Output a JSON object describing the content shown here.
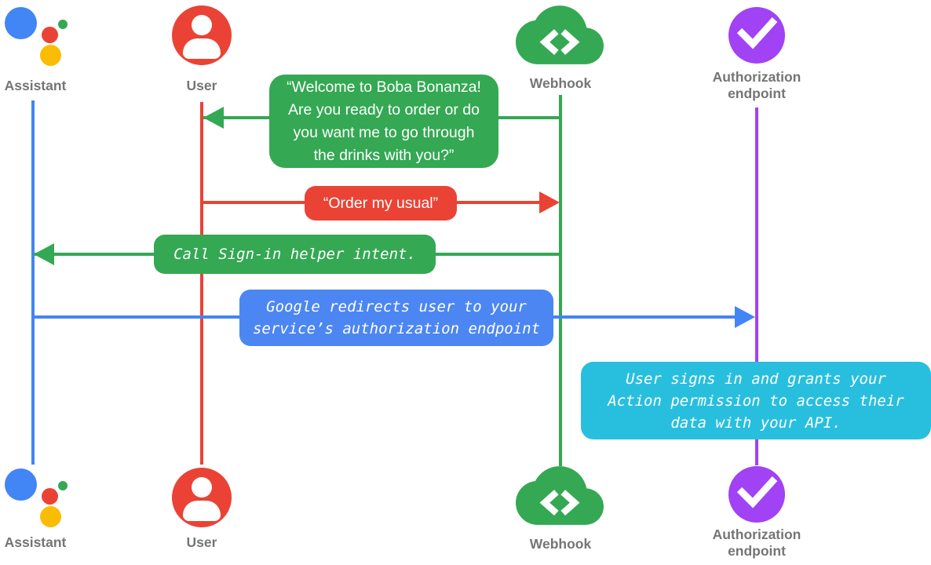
{
  "colors": {
    "assistant_blue": "#4285F4",
    "user_red": "#EA4335",
    "webhook_green": "#34A853",
    "auth_purple": "#A142F4",
    "note_cyan": "#28BFDE",
    "label_gray": "#757575",
    "logo_yellow": "#FBBC05",
    "bubble_text": "#FFFFFF"
  },
  "actors": {
    "assistant": {
      "label": "Assistant",
      "icon": "google-assistant-logo"
    },
    "user": {
      "label": "User",
      "icon": "person-in-circle"
    },
    "webhook": {
      "label": "Webhook",
      "icon": "cloud-with-code-brackets"
    },
    "auth": {
      "label": "Authorization\nendpoint",
      "icon": "check-in-circle"
    }
  },
  "messages": {
    "welcome": {
      "from": "Webhook",
      "to": "User",
      "style": "speech",
      "text": "“Welcome to Boba Bonanza!\nAre you ready to order or do\nyou want me to go through\nthe drinks with you?”"
    },
    "order": {
      "from": "User",
      "to": "Webhook",
      "style": "speech",
      "text": "“Order my usual”"
    },
    "signin": {
      "from": "Webhook",
      "to": "Assistant",
      "style": "code",
      "text": "Call Sign-in helper intent."
    },
    "redirect": {
      "from": "Assistant",
      "to": "Authorization endpoint",
      "style": "code",
      "text": "Google redirects user to your\nservice’s authorization endpoint"
    },
    "grant": {
      "at": "Authorization endpoint",
      "style": "note",
      "text": "User signs in and grants your\nAction permission to access their\ndata with your API."
    }
  }
}
